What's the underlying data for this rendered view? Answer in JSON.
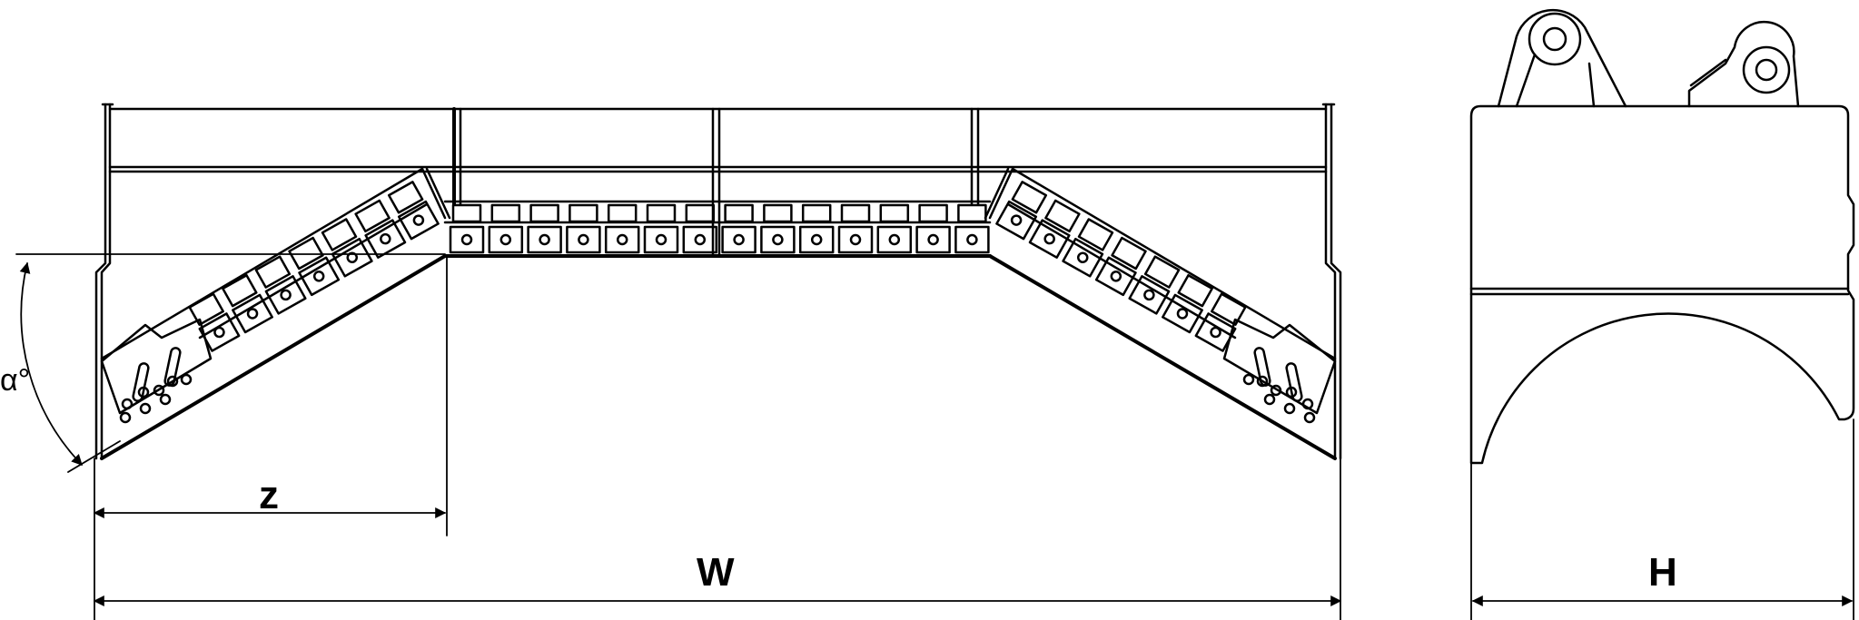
{
  "labels": {
    "alpha": "α°",
    "z": "z",
    "w": "W",
    "h": "H"
  },
  "colors": {
    "line": "#000000",
    "background": "#ffffff"
  }
}
